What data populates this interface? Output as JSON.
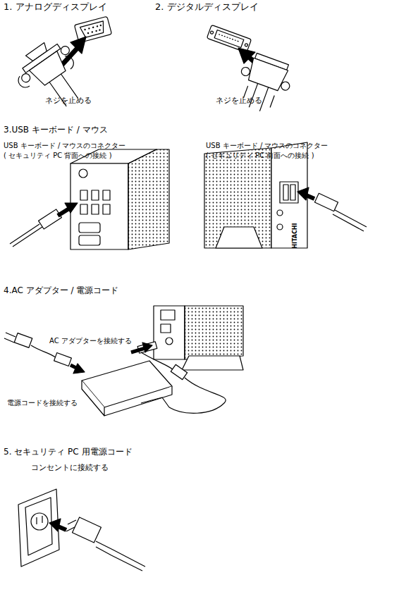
{
  "diagram": {
    "labels": [
      "1. アナログディスプレイ",
      "2. デジタルディスプレイ",
      "ネジを止める",
      "ネジを止める",
      "3.USB キーボード / マウス",
      "USB キーボード / マウスのコネクター",
      "( セキュリティ PC 背面への接続 )",
      "USB キーボード / マウスのコネクター",
      "( セキュリティ PC 前面への接続 )",
      "HITACHI",
      "4.AC アダプター / 電源コード",
      "AC アダプターを接続する",
      "電源コードを接続する",
      "5. セキュリティ PC 用電源コード",
      "コンセントに接続する"
    ]
  }
}
